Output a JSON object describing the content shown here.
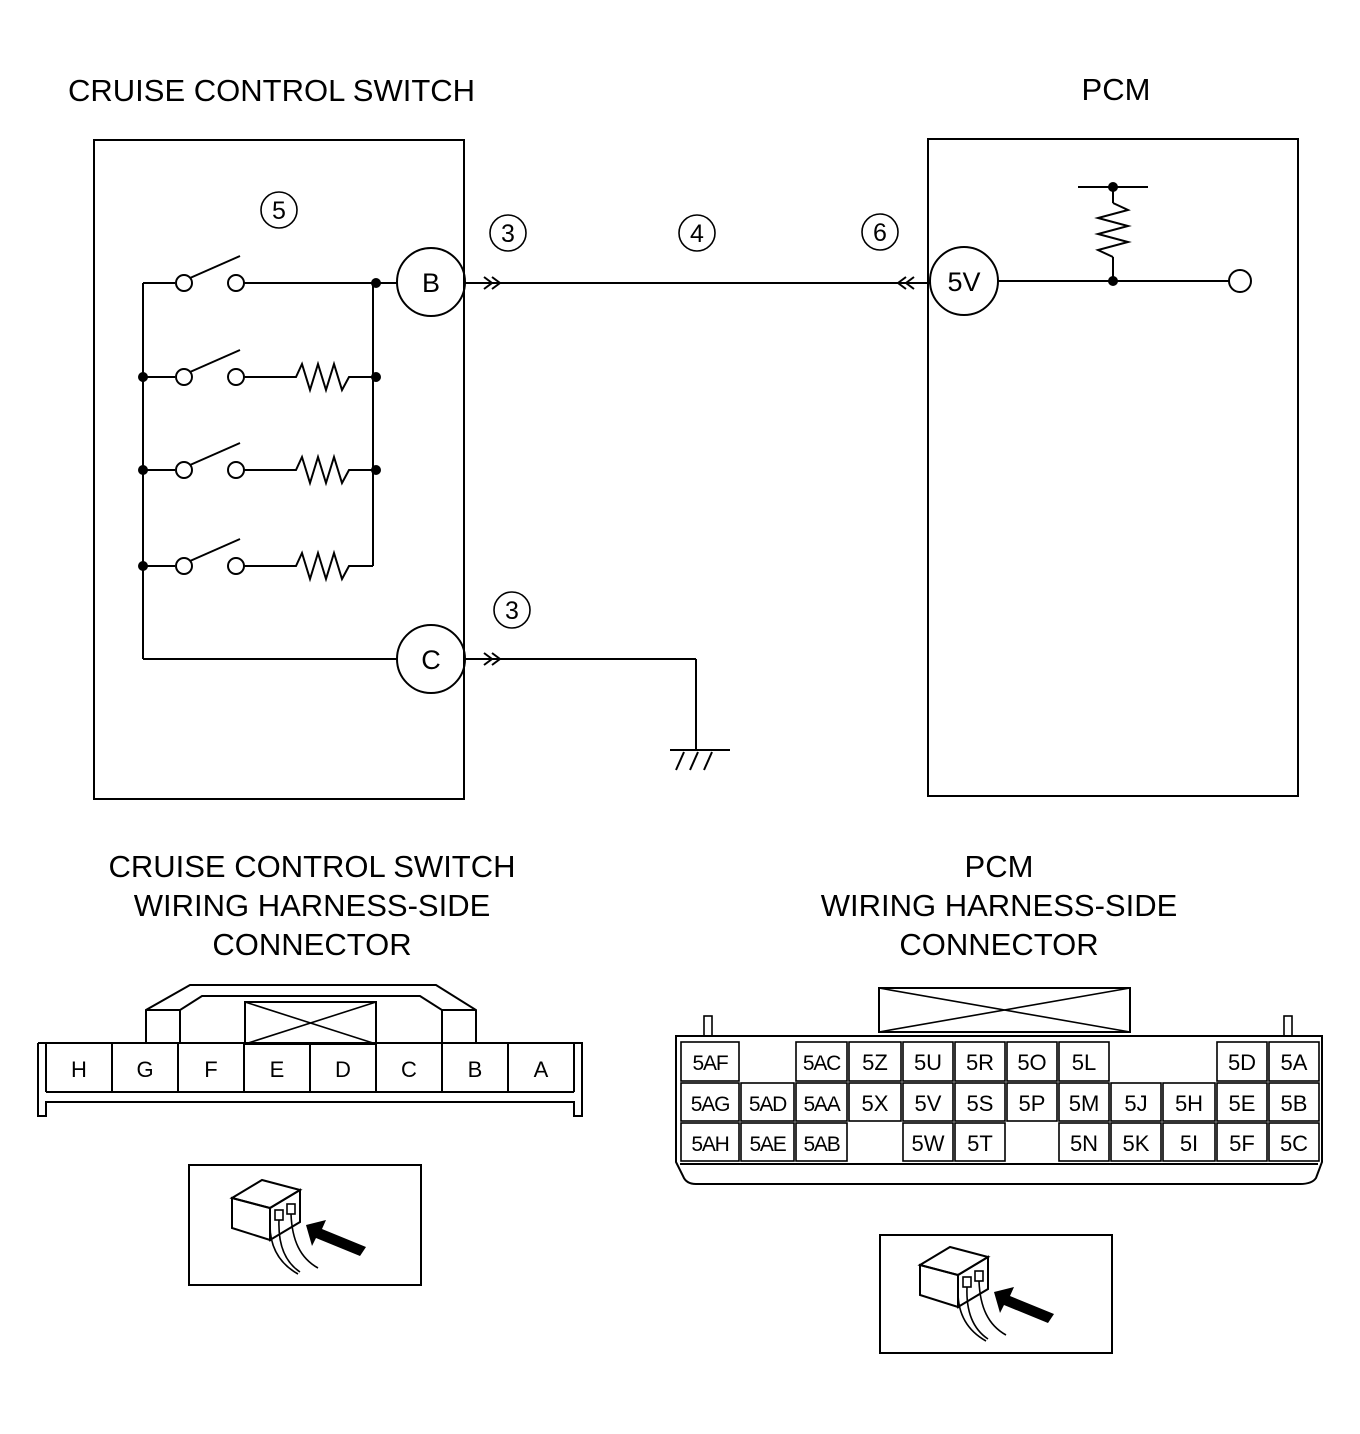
{
  "schematic": {
    "switch_title": "CRUISE CONTROL SWITCH",
    "pcm_title": "PCM",
    "terminal_b": "B",
    "terminal_c": "C",
    "terminal_5v": "5V",
    "markers": {
      "switch_internal": "5",
      "harness_b": "3",
      "wire": "4",
      "pcm_side": "6",
      "harness_c": "3"
    }
  },
  "switch_connector": {
    "title_lines": [
      "CRUISE CONTROL SWITCH",
      "WIRING HARNESS-SIDE",
      "CONNECTOR"
    ],
    "pins": [
      "H",
      "G",
      "F",
      "E",
      "D",
      "C",
      "B",
      "A"
    ]
  },
  "pcm_connector": {
    "title_lines": [
      "PCM",
      "WIRING HARNESS-SIDE",
      "CONNECTOR"
    ],
    "row1": [
      "5AF",
      "",
      "5AC",
      "5Z",
      "5U",
      "5R",
      "5O",
      "5L",
      "",
      "",
      "5D",
      "5A"
    ],
    "row2": [
      "5AG",
      "5AD",
      "5AA",
      "5X",
      "5V",
      "5S",
      "5P",
      "5M",
      "5J",
      "5H",
      "5E",
      "5B"
    ],
    "row3": [
      "5AH",
      "5AE",
      "5AB",
      "",
      "5W",
      "5T",
      "",
      "5N",
      "5K",
      "5I",
      "5F",
      "5C"
    ]
  },
  "icons": [
    "connector-view-icon",
    "connector-view-icon"
  ]
}
